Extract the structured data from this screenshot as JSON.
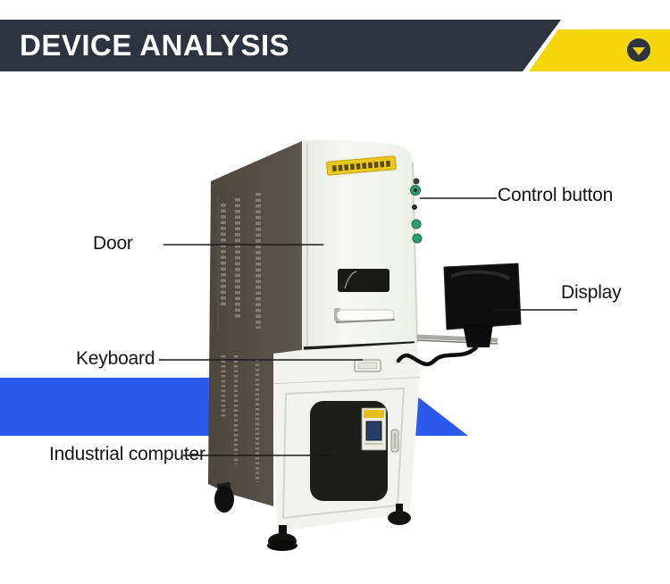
{
  "header": {
    "title": "DEVICE ANALYSIS"
  },
  "banner_button": {
    "icon": "triangle-down"
  },
  "annotations": {
    "control_button": "Control button",
    "door": "Door",
    "display": "Display",
    "keyboard": "Keyboard",
    "industrial_computer": "Industrial computer"
  },
  "figure": {
    "description": "White fiber laser marking machine with dark vented side panel, front door with viewing slot and handle, green control buttons, side-mounted display, keyboard drawer and lower industrial computer cabinet, over a blue accent band"
  },
  "colors": {
    "header_bar": "#2d3440",
    "accent_yellow": "#f5d60b",
    "band_blue": "#2b59ec",
    "callout_line": "#1a1a1a",
    "button_green": "#2f9e6a"
  }
}
